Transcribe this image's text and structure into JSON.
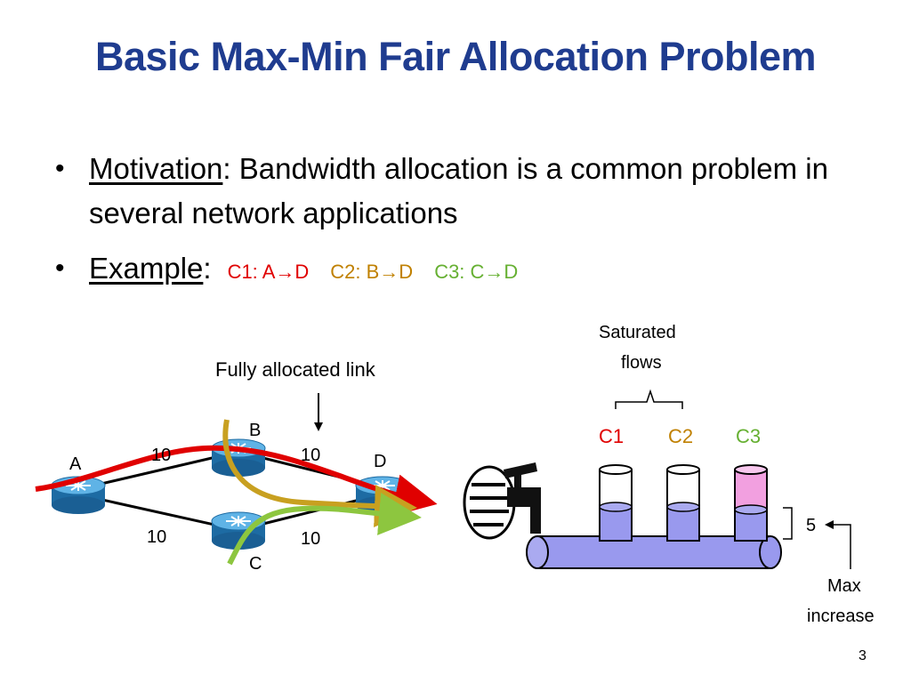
{
  "slide": {
    "title": "Basic Max-Min Fair Allocation Problem",
    "page_number": "3"
  },
  "bullets": [
    {
      "term": "Motivation",
      "sep": ":",
      "text": " Bandwidth allocation is a common problem in several network applications"
    },
    {
      "term": "Example",
      "sep": ":"
    }
  ],
  "example_flows": [
    {
      "label": "C1: A→D",
      "color": "#e00000"
    },
    {
      "label": "C2: B→D",
      "color": "#c08000"
    },
    {
      "label": "C3: C→D",
      "color": "#66b032"
    }
  ],
  "network": {
    "annotation": "Fully allocated link",
    "nodes": {
      "a": "A",
      "b": "B",
      "c": "C",
      "d": "D"
    },
    "links": {
      "ab": "10",
      "bd": "10",
      "ac": "10",
      "cd": "10"
    }
  },
  "tank": {
    "saturated_label_1": "Saturated",
    "saturated_label_2": "flows",
    "flows": [
      {
        "label": "C1",
        "color": "#e00000"
      },
      {
        "label": "C2",
        "color": "#c08000"
      },
      {
        "label": "C3",
        "color": "#66b032"
      }
    ],
    "increment": "5",
    "max_label_1": "Max",
    "max_label_2": "increase"
  },
  "colors": {
    "title": "#1f3c8f",
    "water": "#9999ee",
    "c3_top": "#f2a0e0",
    "router": "#2a7fb8"
  }
}
